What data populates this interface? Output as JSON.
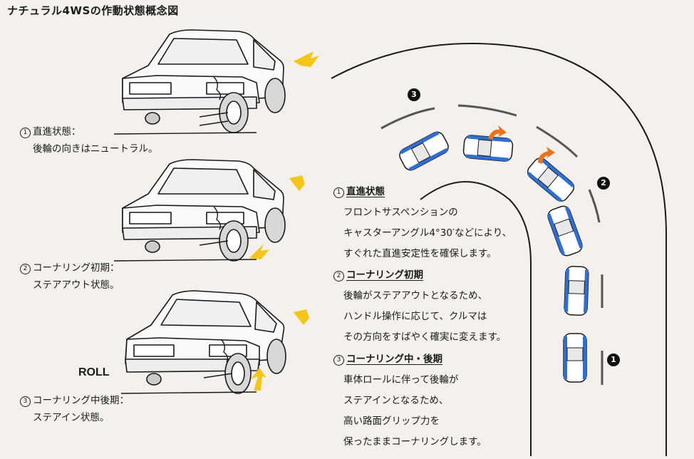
{
  "title": "ナチュラル4WSの作動状態概念図",
  "roll_label": "ROLL",
  "states": [
    {
      "num": "1",
      "lines": [
        "直進状態：",
        "後輪の向きはニュートラル。"
      ]
    },
    {
      "num": "2",
      "lines": [
        "コーナリング初期：",
        "ステアアウト状態。"
      ]
    },
    {
      "num": "3",
      "lines": [
        "コーナリング中後期：",
        "ステアイン状態。"
      ]
    }
  ],
  "explanations": [
    {
      "num": "1",
      "heading": "直進状態",
      "lines": [
        "フロントサスペンションの",
        "キャスターアングル4°30′などにより、",
        "すぐれた直進安定性を確保します。"
      ]
    },
    {
      "num": "2",
      "heading": "コーナリング初期",
      "lines": [
        "後輪がステアアウトとなるため、",
        "ハンドル操作に応じて、クルマは",
        "その方向をすばやく確実に変えます。"
      ]
    },
    {
      "num": "3",
      "heading": "コーナリング中・後期",
      "lines": [
        "車体ロールに伴って後輪が",
        "ステアインとなるため、",
        "高い路面グリップ力を",
        "保ったままコーナリングします。"
      ]
    }
  ],
  "track_markers": [
    "1",
    "2",
    "3"
  ],
  "colors": {
    "car_accent": "#2f6fd0",
    "arrow_yellow": "#f5c518",
    "arrow_orange": "#e8741c",
    "line": "#1a1a1a"
  }
}
